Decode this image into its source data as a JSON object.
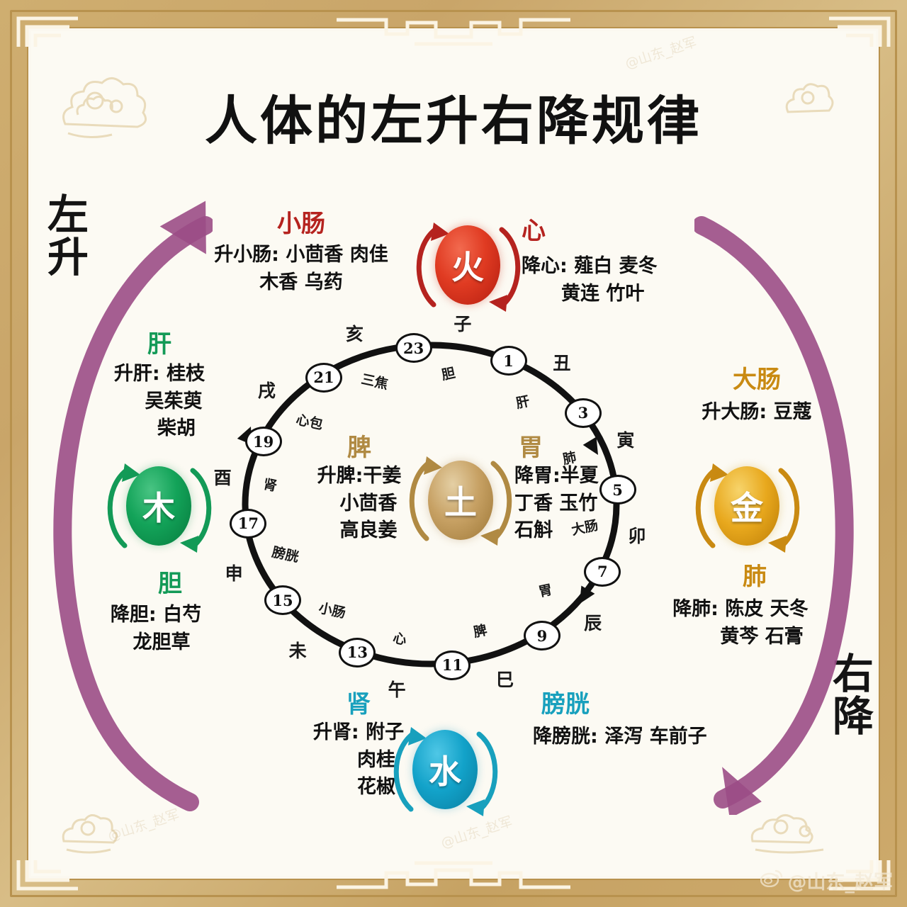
{
  "title": "人体的左升右降规律",
  "side_labels": {
    "left": "左升",
    "right": "右降"
  },
  "elements": {
    "fire": {
      "glyph": "火",
      "color": "#d13a1e"
    },
    "wood": {
      "glyph": "木",
      "color": "#13a359"
    },
    "metal": {
      "glyph": "金",
      "color": "#e8a81d"
    },
    "water": {
      "glyph": "水",
      "color": "#12a2c9"
    },
    "earth": {
      "glyph": "土",
      "color": "#c7a164"
    }
  },
  "organs": {
    "small_intestine": {
      "name": "小肠",
      "lines": [
        "升小肠: 小茴香 肉佳",
        "木香 乌药"
      ]
    },
    "heart": {
      "name": "心",
      "lines": [
        "降心: 薤白 麦冬",
        "黄连 竹叶"
      ]
    },
    "liver": {
      "name": "肝",
      "lines": [
        "升肝: 桂枝",
        "吴茱萸",
        "柴胡"
      ]
    },
    "gallbladder": {
      "name": "胆",
      "lines": [
        "降胆: 白芍",
        "龙胆草"
      ]
    },
    "large_intestine": {
      "name": "大肠",
      "lines": [
        "升大肠: 豆蔻"
      ]
    },
    "lung": {
      "name": "肺",
      "lines": [
        "降肺: 陈皮 天冬",
        "黄芩 石膏"
      ]
    },
    "spleen": {
      "name": "脾",
      "lines": [
        "升脾:干姜",
        "小茴香",
        "高良姜"
      ]
    },
    "stomach": {
      "name": "胃",
      "lines": [
        "降胃:半夏",
        "丁香 玉竹",
        "石斛"
      ]
    },
    "kidney": {
      "name": "肾",
      "lines": [
        "升肾: 附子",
        "肉桂",
        "花椒"
      ]
    },
    "bladder": {
      "name": "膀胱",
      "lines": [
        "降膀胱: 泽泻 车前子"
      ]
    }
  },
  "chart_data": {
    "type": "diagram",
    "title": "人体的左升右降规律",
    "subtype": "meridian-clock",
    "hours": [
      "23",
      "1",
      "3",
      "5",
      "7",
      "9",
      "11",
      "13",
      "15",
      "17",
      "19",
      "21"
    ],
    "branches": [
      "子",
      "丑",
      "寅",
      "卯",
      "辰",
      "巳",
      "午",
      "未",
      "申",
      "酉",
      "戌",
      "亥"
    ],
    "clock_organs": [
      "胆",
      "肝",
      "肺",
      "大肠",
      "胃",
      "脾",
      "心",
      "小肠",
      "膀胱",
      "肾",
      "心包",
      "三焦"
    ],
    "center": "土"
  },
  "watermark": {
    "handle": "@山东_赵军",
    "icon": "weibo-icon"
  }
}
